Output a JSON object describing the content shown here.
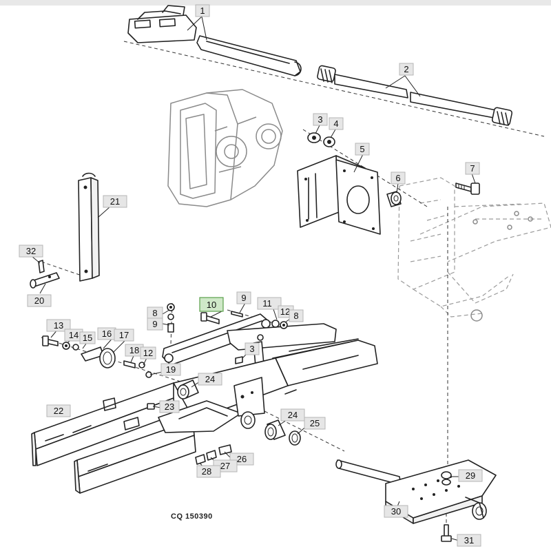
{
  "figure_code": "CQ 150390",
  "callouts": [
    {
      "id": "c1",
      "label": "1"
    },
    {
      "id": "c2",
      "label": "2"
    },
    {
      "id": "c3",
      "label": "3"
    },
    {
      "id": "c4",
      "label": "4"
    },
    {
      "id": "c5",
      "label": "5"
    },
    {
      "id": "c6",
      "label": "6"
    },
    {
      "id": "c7",
      "label": "7"
    },
    {
      "id": "c21",
      "label": "21"
    },
    {
      "id": "c32",
      "label": "32"
    },
    {
      "id": "c20",
      "label": "20"
    },
    {
      "id": "c10",
      "label": "10",
      "highlighted": true
    },
    {
      "id": "c9a",
      "label": "9"
    },
    {
      "id": "c11",
      "label": "11"
    },
    {
      "id": "c12a",
      "label": "12"
    },
    {
      "id": "c8a",
      "label": "8"
    },
    {
      "id": "c8b",
      "label": "8"
    },
    {
      "id": "c9b",
      "label": "9"
    },
    {
      "id": "c13",
      "label": "13"
    },
    {
      "id": "c14",
      "label": "14"
    },
    {
      "id": "c15",
      "label": "15"
    },
    {
      "id": "c16",
      "label": "16"
    },
    {
      "id": "c17",
      "label": "17"
    },
    {
      "id": "c18",
      "label": "18"
    },
    {
      "id": "c12b",
      "label": "12"
    },
    {
      "id": "c19",
      "label": "19"
    },
    {
      "id": "c3b",
      "label": "3"
    },
    {
      "id": "c24a",
      "label": "24"
    },
    {
      "id": "c23",
      "label": "23"
    },
    {
      "id": "c22",
      "label": "22"
    },
    {
      "id": "c24b",
      "label": "24"
    },
    {
      "id": "c25",
      "label": "25"
    },
    {
      "id": "c26",
      "label": "26"
    },
    {
      "id": "c27",
      "label": "27"
    },
    {
      "id": "c28",
      "label": "28"
    },
    {
      "id": "c29",
      "label": "29"
    },
    {
      "id": "c30",
      "label": "30"
    },
    {
      "id": "c31",
      "label": "31"
    }
  ]
}
